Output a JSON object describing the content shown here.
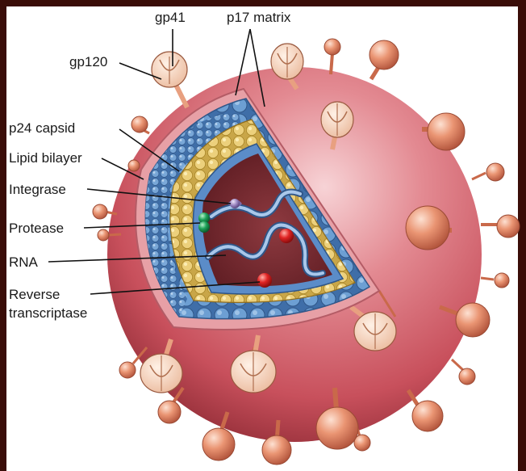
{
  "labels": {
    "gp41": "gp41",
    "p17_matrix": "p17 matrix",
    "gp120": "gp120",
    "p24_capsid": "p24 capsid",
    "lipid_bilayer": "Lipid bilayer",
    "integrase": "Integrase",
    "protease": "Protease",
    "rna": "RNA",
    "reverse_transcriptase_line1": "Reverse",
    "reverse_transcriptase_line2": "transcriptase"
  },
  "colors": {
    "frame": "#3a0d08",
    "envelope": "#d9707a",
    "matrix_blue": "#4f7fb8",
    "capsid_yellow": "#e3c36a",
    "core_interior": "#7a2a30",
    "spike_head": "#e58a6c",
    "gp120_cup": "#f6d2bd",
    "protease_green": "#1fa35a",
    "enzyme_red": "#d81e22",
    "integrase_purple": "#9b86c0"
  }
}
